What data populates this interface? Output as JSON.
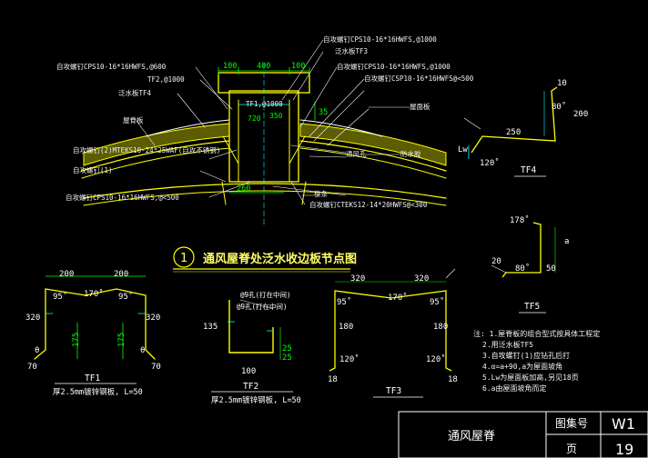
{
  "detail_title_num": "1",
  "detail_title": "通风屋脊处泛水收边板节点图",
  "callouts": {
    "c1": "自攻螺钉CPS10-16*16HWFS,@1000",
    "c2": "泛水板TF3",
    "c3": "自攻螺钉CPS10-16*16HWFS,@1000",
    "c4": "自攻螺钉CSP10-16*16HWFS@<500",
    "c5": "自攻螺钉CPS10-16*16HWFS,@600",
    "c6": "TF2,@1000",
    "c7": "泛水板TF4",
    "c8": "屋脊板",
    "c9": "自攻螺钉(2)MTEKS10-24*25WAF(自攻不锈钢)",
    "c10": "自攻螺钉(1)",
    "c11": "自攻螺钉CPS10-16*16HWFS,@<500",
    "c12": "屋面板",
    "c13": "自攻螺钉CTEKS12-14*20HWFS@<300",
    "c14": "通风孔",
    "c15": "TF1,@1000",
    "c16": "防水胶",
    "c17": "檩条"
  },
  "dims": {
    "d100a": "100",
    "d400": "400",
    "d100b": "100",
    "d35": "35",
    "d260": "260",
    "d350": "350",
    "d720": "720"
  },
  "tf1": {
    "d200": "200",
    "d95a": "95˚",
    "d170": "170˚",
    "d95b": "95˚",
    "d320a": "320",
    "d320b": "320",
    "d175a": "175",
    "d175b": "175",
    "d70a": "70",
    "d70b": "70",
    "theta": "θ",
    "name": "TF1",
    "spec": "厚2.5mm镀锌钢板, L=50"
  },
  "tf2": {
    "note1": "@9孔(打在中间)",
    "note2": "@9孔(打在中间)",
    "d135": "135",
    "d100": "100",
    "d25a": "25",
    "d25b": "25",
    "name": "TF2",
    "spec": "厚2.5mm镀锌钢板, L=50"
  },
  "tf3": {
    "d320a": "320",
    "d320b": "320",
    "d95a": "95˚",
    "d170": "170˚",
    "d95b": "95˚",
    "d180a": "180",
    "d180b": "180",
    "d120a": "120˚",
    "d120b": "120˚",
    "d18a": "18",
    "d18b": "18",
    "name": "TF3"
  },
  "tf4": {
    "d10": "10",
    "d80": "80˚",
    "d200": "200",
    "d250": "250",
    "lw": "Lw",
    "d120": "120˚",
    "name": "TF4"
  },
  "tf5": {
    "d178": "178˚",
    "a": "a",
    "d20": "20",
    "d80": "80˚",
    "d50": "50",
    "name": "TF5"
  },
  "notes": [
    "注: 1.屋脊板的组合型式按具体工程定",
    "2.用泛水板TF5",
    "3.自攻螺钉(1)应钻孔后打",
    "4.α=a+90,a为屋面坡角",
    "5.Lw为屋面板加高,另见18页",
    "6.a由屋面坡角而定"
  ],
  "title_block": {
    "name": "通风屋脊",
    "label_atlas": "图集号",
    "atlas_value": "W1",
    "label_page": "页",
    "page_value": "19"
  }
}
